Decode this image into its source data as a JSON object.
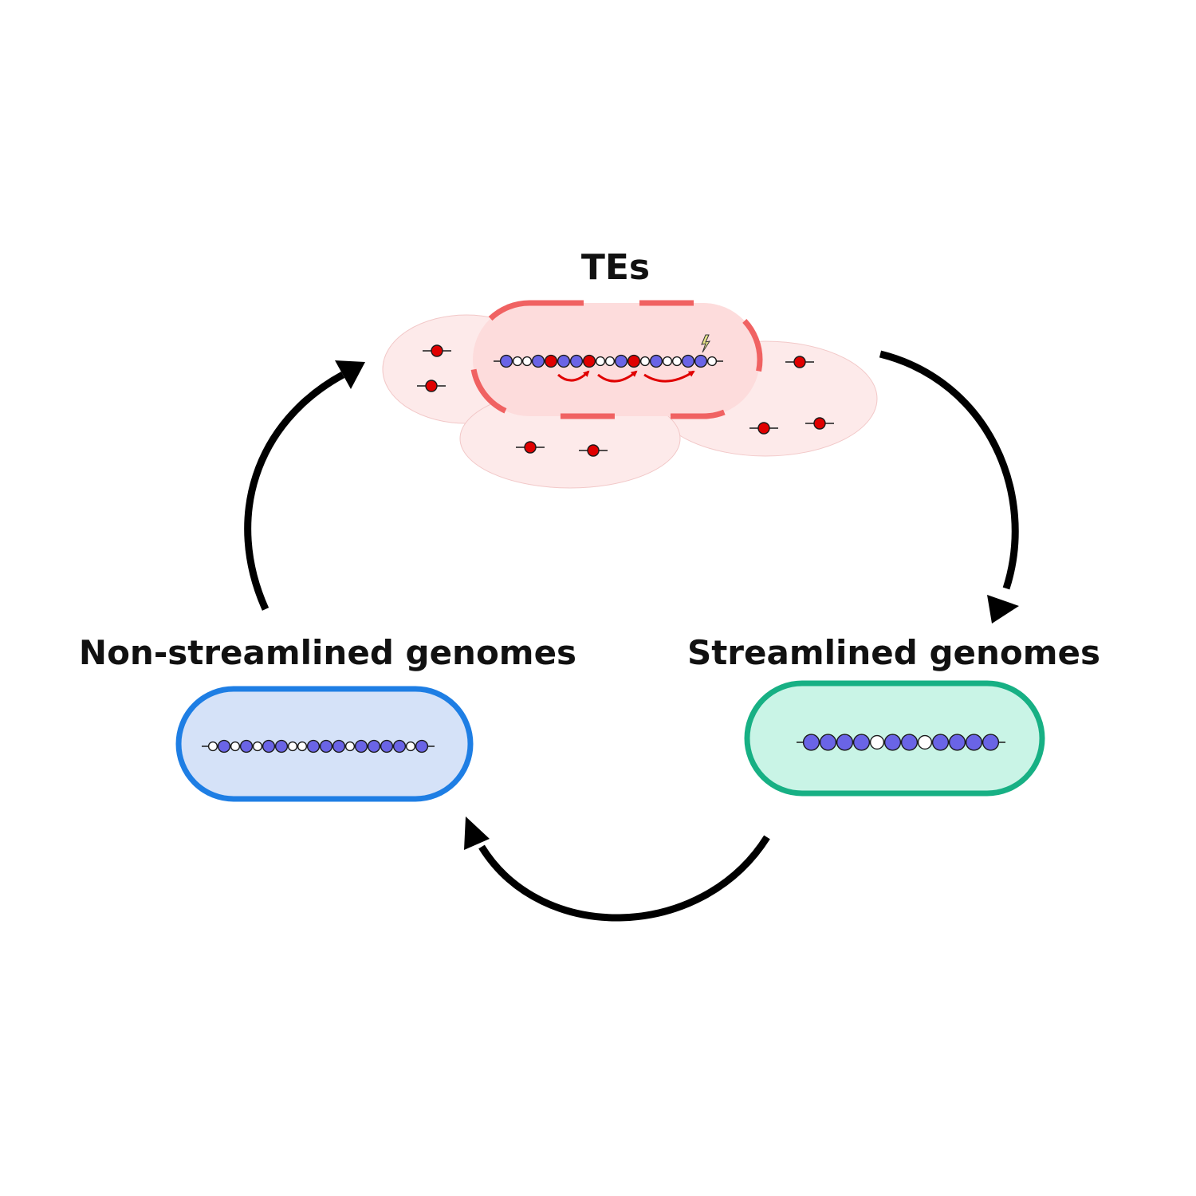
{
  "labels": {
    "tes": "TEs",
    "non_streamlined": "Non-streamlined genomes",
    "streamlined": "Streamlined genomes"
  },
  "colors": {
    "gene": "#6a64e6",
    "te": "#e00000",
    "noncoding": "#ffffff",
    "outline": "#1a1a1a",
    "arrow": "#000000",
    "te_cell_border": "#f06262",
    "te_cell_fill": "#fddcdc",
    "te_cloud_fill": "#fdeaea",
    "non_streamlined_border": "#1e7ee4",
    "non_streamlined_fill": "#d5e2f8",
    "streamlined_border": "#17b084",
    "streamlined_fill": "#c9f4e6",
    "mutation_bolt": "#e8e48a"
  },
  "genomes": {
    "te_cell": [
      "g",
      "n",
      "n",
      "g",
      "t",
      "g",
      "g",
      "t",
      "n",
      "n",
      "g",
      "t",
      "n",
      "g",
      "n",
      "n",
      "g",
      "g",
      "n"
    ],
    "non_streamlined": [
      "n",
      "g",
      "n",
      "g",
      "n",
      "g",
      "g",
      "n",
      "n",
      "g",
      "g",
      "g",
      "n",
      "g",
      "g",
      "g",
      "g",
      "n",
      "g"
    ],
    "streamlined": [
      "g",
      "g",
      "g",
      "g",
      "n",
      "g",
      "g",
      "n",
      "g",
      "g",
      "g",
      "g"
    ]
  },
  "icons": {
    "cycle_arrows": "curved-arrow-icon",
    "transposition": "transposition-arrow-icon",
    "mutation": "lightning-bolt-icon",
    "free_te": "free-transposon-icon"
  }
}
